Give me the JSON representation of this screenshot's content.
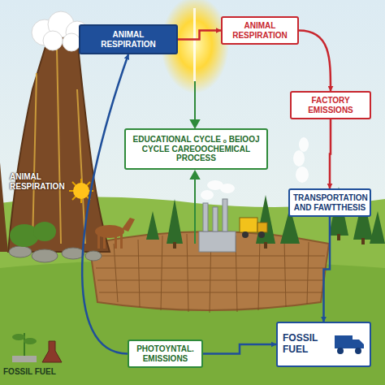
{
  "diagram": {
    "nodes": [
      {
        "text": [
          "ANIMAL RESPIRATION"
        ]
      },
      {
        "text": [
          "ANIMAL RESPIRATION"
        ]
      },
      {
        "text": [
          "FACTORY EMISSIONS"
        ]
      },
      {
        "text": [
          "EDUCATIONAL CYCLE ₒ BEIOOJ CYCLE CAREOOCHEMICAL PROCESS"
        ]
      },
      {
        "text": [
          "TRANSPORTATION AND FAWTTHESIS"
        ]
      },
      {
        "text": [
          "PHOTOYNTAL. EMISSIONS"
        ]
      },
      {
        "text": [
          "FOSSIL FUEL"
        ]
      }
    ],
    "edges": [
      {
        "from": 0,
        "to": 1,
        "arrow": "to"
      },
      {
        "from": 1,
        "to": 2,
        "arrow": "to"
      },
      {
        "from": 2,
        "to": 4,
        "arrow": "to"
      },
      {
        "from": 4,
        "to": 6,
        "arrow": "to"
      },
      {
        "from": 5,
        "to": 6,
        "arrow": "to"
      },
      {
        "from": 5,
        "to": 0,
        "arrow": "to"
      }
    ],
    "labels": [
      "ANIMAL RESPIRATION",
      "FOSSIL FUEL"
    ]
  }
}
